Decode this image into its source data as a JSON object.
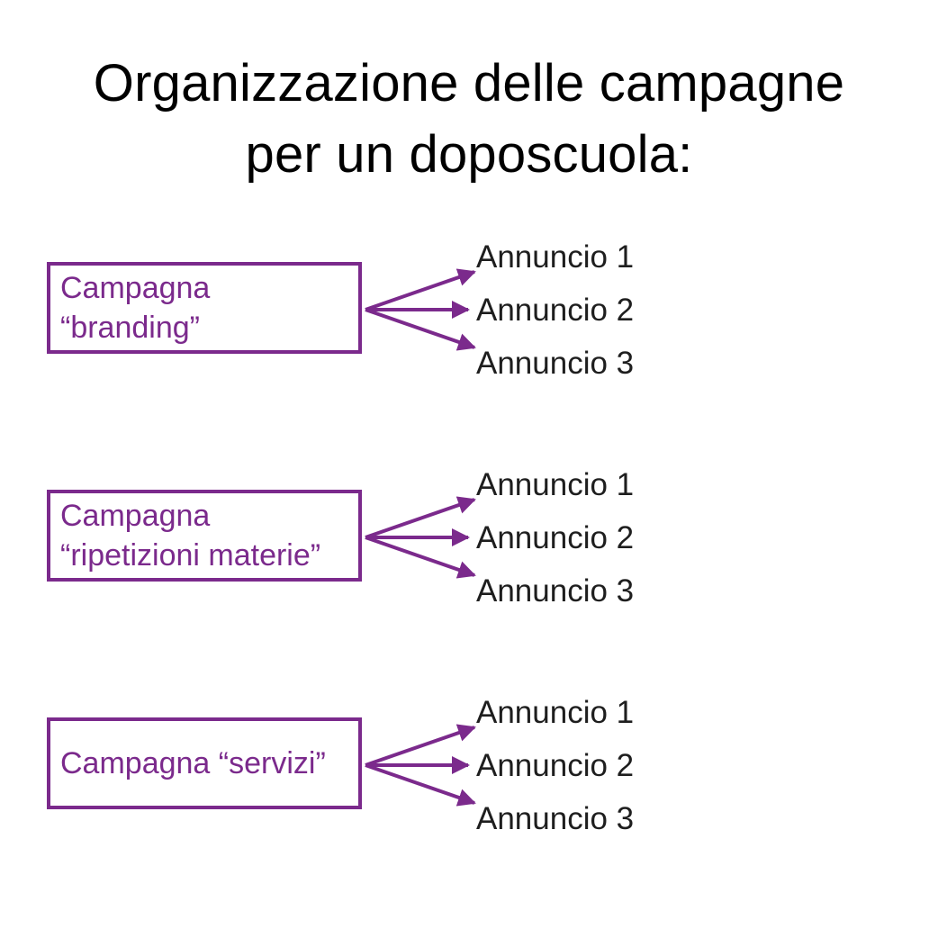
{
  "title": {
    "line1": "Organizzazione delle campagne",
    "line2": "per un doposcuola:"
  },
  "colors": {
    "accent": "#7b2a8c",
    "text": "#1e1e1e",
    "title": "#000000",
    "background": "#ffffff"
  },
  "campaigns": [
    {
      "label_lines": [
        "Campagna",
        "“branding”"
      ],
      "ads": [
        "Annuncio 1",
        "Annuncio 2",
        "Annuncio 3"
      ]
    },
    {
      "label_lines": [
        "Campagna",
        "“ripetizioni materie”"
      ],
      "ads": [
        "Annuncio 1",
        "Annuncio 2",
        "Annuncio 3"
      ]
    },
    {
      "label_lines": [
        "Campagna “servizi”"
      ],
      "ads": [
        "Annuncio 1",
        "Annuncio 2",
        "Annuncio 3"
      ]
    }
  ]
}
